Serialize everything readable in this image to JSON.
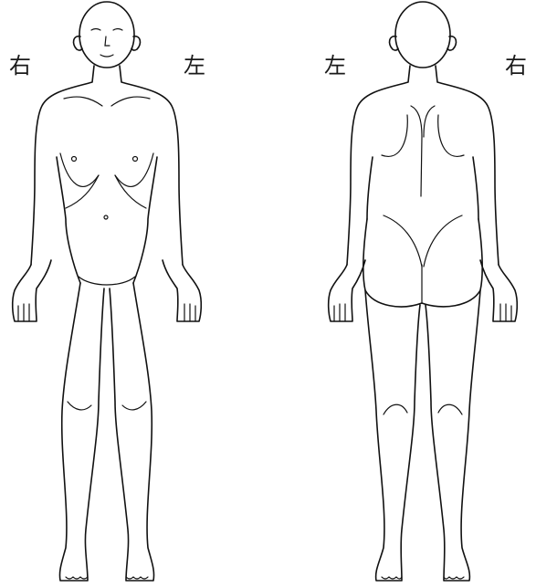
{
  "labels": {
    "front_right": "右",
    "front_left": "左",
    "back_left": "左",
    "back_right": "右"
  },
  "figures": [
    {
      "view": "front",
      "icon": "body-front-figure"
    },
    {
      "view": "back",
      "icon": "body-back-figure"
    }
  ],
  "colors": {
    "line": "#111111",
    "background": "#ffffff"
  }
}
